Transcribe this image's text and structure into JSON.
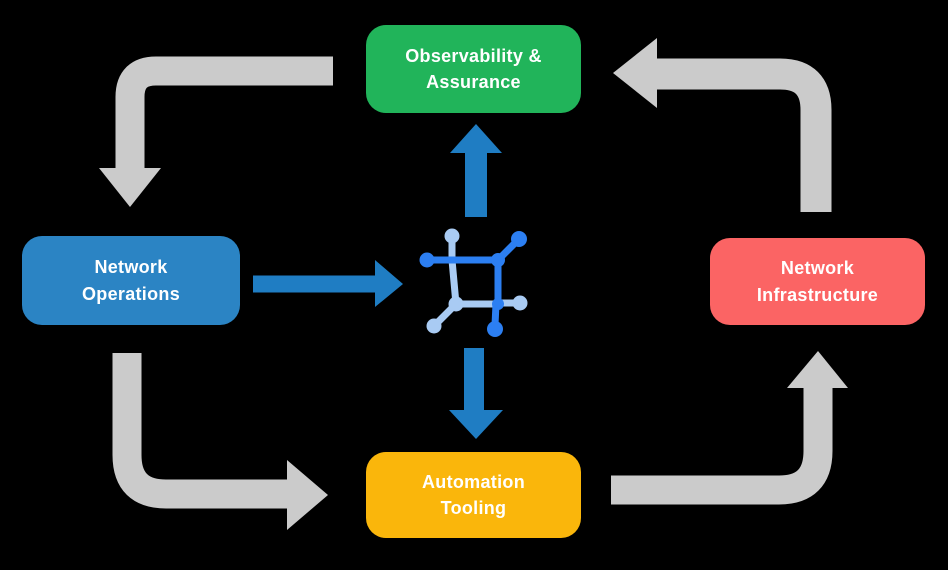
{
  "diagram": {
    "background_color": "#000000",
    "nodes": [
      {
        "id": "observability-assurance",
        "label": "Observability &\nAssurance",
        "color": "#21B45A"
      },
      {
        "id": "network-operations",
        "label": "Network\nOperations",
        "color": "#2B84C4"
      },
      {
        "id": "network-infrastructure",
        "label": "Network\nInfrastructure",
        "color": "#FB6464"
      },
      {
        "id": "automation-tooling",
        "label": "Automation\nTooling",
        "color": "#FAB60B"
      }
    ],
    "center_icon": "network-mesh-icon",
    "colors": {
      "cycle_arrow_gray": "#CBCBCB",
      "flow_arrow_blue": "#1F7DC3",
      "icon_dark_blue": "#2C7FF2",
      "icon_light_blue": "#A9CBF3",
      "label_text": "#FFFFFF"
    },
    "flow_arrows": [
      {
        "from": "observability-assurance",
        "to": "network-operations",
        "style": "gray-elbow"
      },
      {
        "from": "network-operations",
        "to": "automation-tooling",
        "style": "gray-elbow"
      },
      {
        "from": "automation-tooling",
        "to": "network-infrastructure",
        "style": "gray-elbow"
      },
      {
        "from": "network-infrastructure",
        "to": "observability-assurance",
        "style": "gray-elbow"
      },
      {
        "from": "network-operations",
        "to": "center-icon",
        "style": "blue-straight"
      },
      {
        "from": "center-icon",
        "to": "observability-assurance",
        "style": "blue-straight"
      },
      {
        "from": "center-icon",
        "to": "automation-tooling",
        "style": "blue-straight"
      }
    ]
  }
}
